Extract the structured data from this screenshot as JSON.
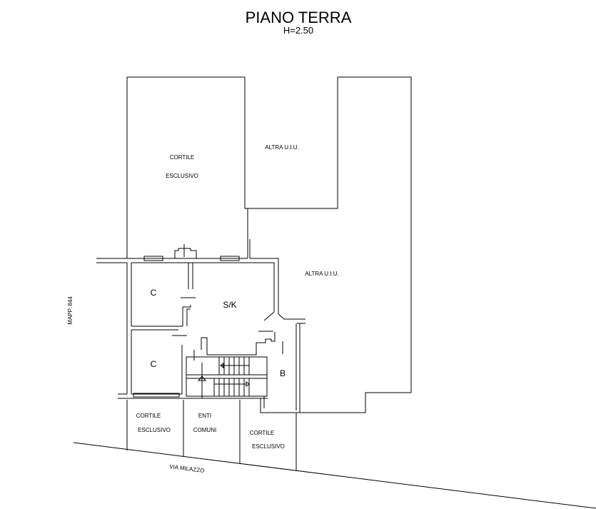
{
  "title": "PIANO TERRA",
  "height_label": "H=2.50",
  "labels": {
    "cortile_top_1": "CORTILE",
    "cortile_top_2": "ESCLUSIVO",
    "altra_top": "ALTRA U.I.U.",
    "altra_right": "ALTRA U.I.U.",
    "room_c1": "C",
    "room_c2": "C",
    "room_sk": "S/K",
    "room_b": "B",
    "mapp": "MAPP. 844",
    "cortile_bl_1": "CORTILE",
    "cortile_bl_2": "ESCLUSIVO",
    "enti_1": "ENTI",
    "enti_2": "COMUNI",
    "cortile_br_1": "CORTILE",
    "cortile_br_2": "ESCLUSIVO",
    "street": "VIA MILAZZO"
  }
}
